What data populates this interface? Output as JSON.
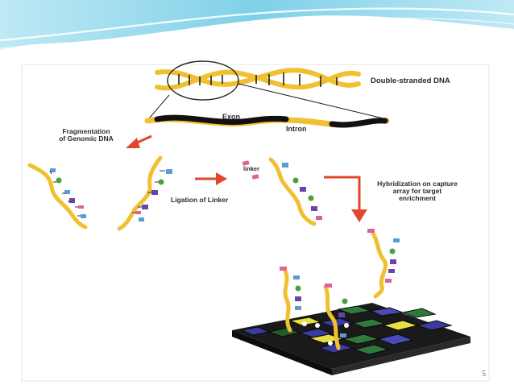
{
  "slide": {
    "page_number": "5",
    "colors": {
      "header_wave": "#7fd0e8",
      "dna_strand": "#f0c030",
      "arrow": "#e2472b",
      "exon_band": "#111111",
      "linker": "#e0609a"
    }
  },
  "diagram": {
    "double_stranded_dna": "Double-stranded DNA",
    "exon": "Exon",
    "intron": "Intron",
    "fragmentation_line1": "Fragmentation",
    "fragmentation_line2": "of Genomic DNA",
    "linker": "linker",
    "ligation_of_linker": "Ligation of Linker",
    "hybridization_line1": "Hybridization on capture",
    "hybridization_line2": "array for target",
    "hybridization_line3": "enrichment"
  }
}
